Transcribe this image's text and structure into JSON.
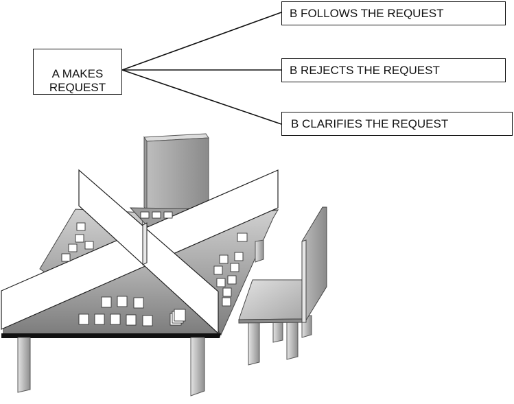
{
  "request_box": {
    "label": "A MAKES\nREQUEST"
  },
  "responses": [
    {
      "label": "B FOLLOWS THE REQUEST"
    },
    {
      "label": "B REJECTS THE REQUEST"
    },
    {
      "label": "B CLARIFIES THE REQUEST"
    }
  ],
  "colors": {
    "surface_gray": "#9a9a9a",
    "partition_white": "#ffffff",
    "edge_dark": "#111111",
    "line": "#111111"
  },
  "icons": [
    "table-icon",
    "partition-icon",
    "chair-icon",
    "picture-card-icon",
    "card-stack-icon"
  ]
}
